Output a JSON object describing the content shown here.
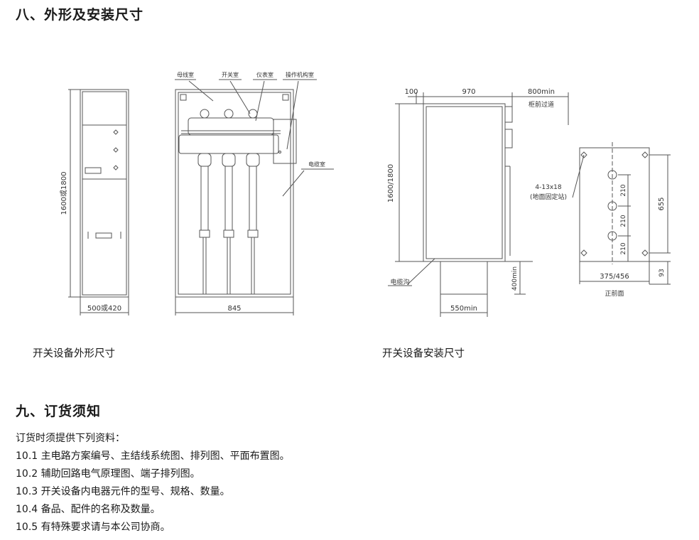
{
  "section8": {
    "heading": "八、外形及安装尺寸",
    "fig_left": {
      "caption": "开关设备外形尺寸",
      "height_dim": "1600或1800",
      "width_dim": "500或420",
      "depth_dim": "845",
      "labels": [
        "母线室",
        "开关室",
        "仪表室",
        "操作机构室",
        "电缆室"
      ]
    },
    "fig_right": {
      "caption": "开关设备安装尺寸",
      "dims": {
        "top_left": "100",
        "top_mid": "970",
        "top_right": "800min",
        "front_aisle": "柜前过道",
        "height": "1600/1800",
        "pit_depth": "400min",
        "pit_width": "550min",
        "cable_trench": "电缆沟",
        "bolt_holes": "4-13x18",
        "ground_fix": "(地面固定站)",
        "pitch1": "210",
        "pitch2": "210",
        "pitch3": "210",
        "span": "655",
        "base_width": "375/456",
        "offset": "93",
        "front_view": "正前面"
      }
    }
  },
  "section9": {
    "heading": "九、订货须知",
    "lines": [
      "订货时须提供下列资料：",
      "10.1 主电路方案编号、主结线系统图、排列图、平面布置图。",
      "10.2 辅助回路电气原理图、端子排列图。",
      "10.3 开关设备内电器元件的型号、规格、数量。",
      "10.4 备品、配件的名称及数量。",
      "10.5 有特殊要求请与本公司协商。"
    ]
  }
}
